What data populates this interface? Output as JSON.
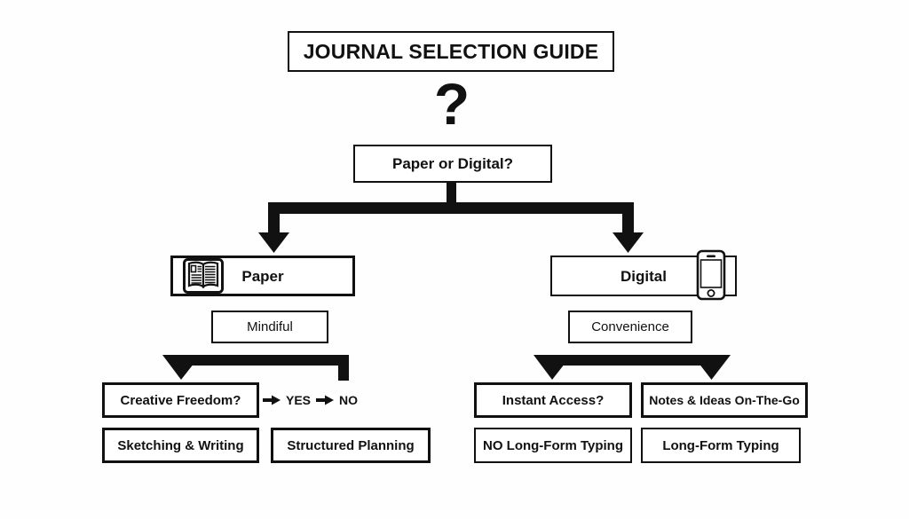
{
  "title": {
    "text": "JOURNAL SELECTION GUIDE"
  },
  "symbols": {
    "question_mark": "?"
  },
  "root": {
    "label": "Paper or Digital?"
  },
  "branches": {
    "paper": {
      "label": "Paper",
      "icon": "open-book-icon",
      "trait": "Mindiful",
      "question": "Creative Freedom?",
      "answers": {
        "yes": "YES",
        "no": "NO"
      },
      "outcomes": [
        "Sketching & Writing",
        "Structured Planning"
      ]
    },
    "digital": {
      "label": "Digital",
      "icon": "smartphone-icon",
      "trait": "Convenience",
      "leaves": [
        "Instant Access?",
        "Notes & Ideas On-The-Go"
      ],
      "outcomes": [
        "NO Long-Form Typing",
        "Long-Form Typing"
      ]
    }
  },
  "colors": {
    "background": "#fefefe",
    "stroke": "#111111",
    "box_fill": "#ffffff",
    "text": "#111111"
  }
}
